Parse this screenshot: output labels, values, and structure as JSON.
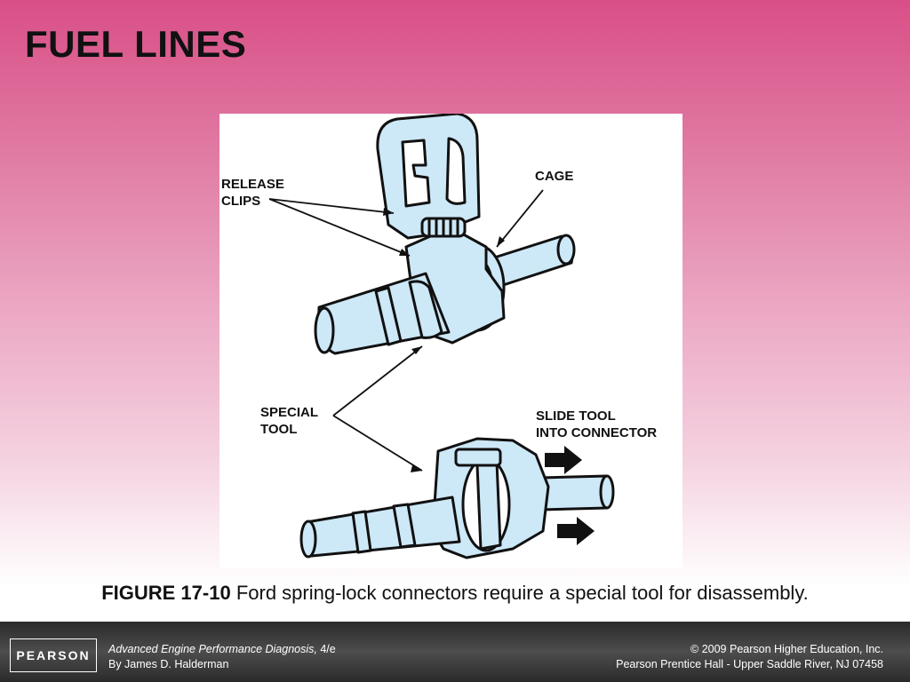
{
  "slide": {
    "title": "FUEL LINES"
  },
  "figure": {
    "labels": {
      "release_line1": "RELEASE",
      "release_line2": "CLIPS",
      "cage": "CAGE",
      "special_line1": "SPECIAL",
      "special_line2": "TOOL",
      "slide_line1": "SLIDE TOOL",
      "slide_line2": "INTO CONNECTOR"
    }
  },
  "caption": {
    "figure_number": "FIGURE 17-10",
    "text": "Ford spring-lock connectors require a special tool for disassembly."
  },
  "footer": {
    "logo": "PEARSON",
    "book_title": "Advanced Engine Performance Diagnosis,",
    "edition": " 4/e",
    "author": "By James D. Halderman",
    "copyright": "© 2009 Pearson Higher Education, Inc.",
    "publisher": "Pearson Prentice Hall - Upper Saddle River, NJ 07458"
  },
  "colors": {
    "part_fill": "#cde8f7",
    "ink": "#111111"
  }
}
